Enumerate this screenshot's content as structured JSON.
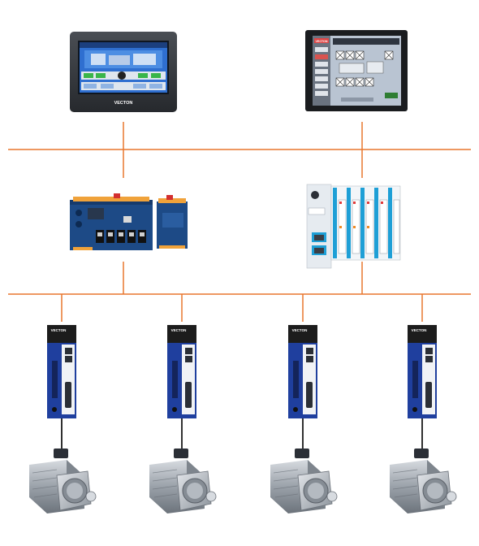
{
  "colors": {
    "bus_line": "#e8772e",
    "cable": "#1a1a1a",
    "drive_body": "#1f3f9e",
    "drive_top": "#1c1c1c",
    "hmi_bezel": "#3a3d42",
    "hmi_screen_left": "#2f6fd0",
    "hmi_screen_right": "#b9c4d2",
    "plc_body": "#1d4a86",
    "io_body": "#e6ebf0",
    "io_accent": "#1e9fd6",
    "motor_metal": "#a7adb4"
  },
  "hmi_left": {
    "brand": "VECTON"
  },
  "hmi_right": {
    "brand": "VECTON"
  },
  "servo_drives": [
    {
      "brand": "VECTON"
    },
    {
      "brand": "VECTON"
    },
    {
      "brand": "VECTON"
    },
    {
      "brand": "VECTON"
    }
  ]
}
